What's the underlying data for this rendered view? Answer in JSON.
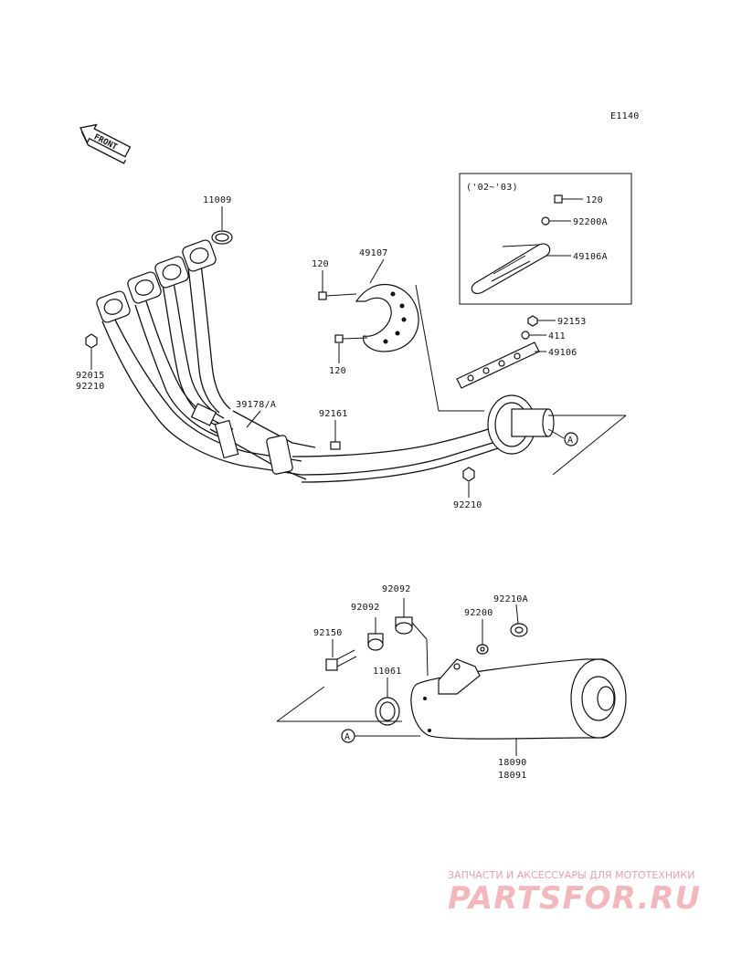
{
  "diagram_code": "E1140",
  "front_label": "FRONT",
  "inset_label": "('02~'03)",
  "labels": {
    "p11009": "11009",
    "p92015": "92015",
    "p92210_left": "92210",
    "p39178": "39178/A",
    "p49107": "49107",
    "p120_a": "120",
    "p120_b": "120",
    "p92161": "92161",
    "p92210_mid": "92210",
    "p120_inset": "120",
    "p92200A": "92200A",
    "p49106A": "49106A",
    "p92153": "92153",
    "p411": "411",
    "p49106": "49106",
    "ref_a_top": "A",
    "p92092_a": "92092",
    "p92092_b": "92092",
    "p92210A": "92210A",
    "p92200": "92200",
    "p92150": "92150",
    "p11061": "11061",
    "ref_a_bottom": "A",
    "p18090": "18090",
    "p18091": "18091"
  },
  "watermark": {
    "tagline": "ЗАПЧАСТИ И АКСЕССУАРЫ ДЛЯ МОТОТЕХНИКИ",
    "brand": "PARTSFOR.RU"
  },
  "colors": {
    "line": "#111111",
    "watermark_text": "#e8a0a8",
    "watermark_brand": "#f2b8bd"
  }
}
